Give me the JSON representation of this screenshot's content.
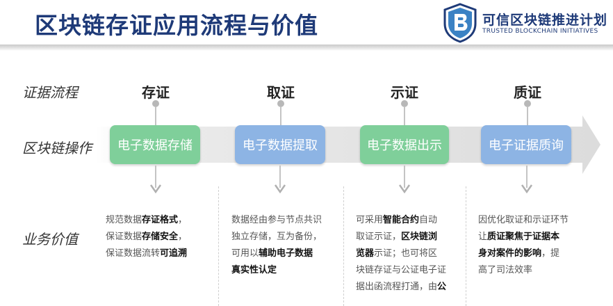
{
  "page": {
    "title": "区块链存证应用流程与价值"
  },
  "logo": {
    "icon": "b-shield-logo-icon",
    "name": "可信区块链推进计划",
    "english": "TRUSTED BLOCKCHAIN INITIATIVES"
  },
  "rows": {
    "process": "证据流程",
    "operation": "区块链操作",
    "value": "业务价值"
  },
  "stages": [
    {
      "label": "存证",
      "op": "电子数据存储",
      "color": "#7fcf9a"
    },
    {
      "label": "取证",
      "op": "电子数据提取",
      "color": "#8db4e4"
    },
    {
      "label": "示证",
      "op": "电子数据出示",
      "color": "#7fcf9a"
    },
    {
      "label": "质证",
      "op": "电子证据质询",
      "color": "#8db4e4"
    }
  ],
  "values": [
    [
      [
        {
          "t": "规范数据"
        },
        {
          "t": "存证格式",
          "b": true
        },
        {
          "t": "，"
        }
      ],
      [
        {
          "t": "保证数据"
        },
        {
          "t": "存储安全",
          "b": true
        },
        {
          "t": "，"
        }
      ],
      [
        {
          "t": "保证数据流转"
        },
        {
          "t": "可追溯",
          "b": true
        }
      ]
    ],
    [
      [
        {
          "t": "数据经由参与节点共识"
        }
      ],
      [
        {
          "t": "独立存储，互为备份，"
        }
      ],
      [
        {
          "t": "可用以"
        },
        {
          "t": "辅助电子数据",
          "b": true
        }
      ],
      [
        {
          "t": "真实性认定",
          "b": true
        }
      ]
    ],
    [
      [
        {
          "t": "可采用"
        },
        {
          "t": "智能合约",
          "b": true
        },
        {
          "t": "自动"
        }
      ],
      [
        {
          "t": "取证示证，"
        },
        {
          "t": "区块链浏",
          "b": true
        }
      ],
      [
        {
          "t": "览器",
          "b": true
        },
        {
          "t": "示证；也可将区"
        }
      ],
      [
        {
          "t": "块链存证与公证电子证"
        }
      ],
      [
        {
          "t": "据出函流程打通，由"
        },
        {
          "t": "公",
          "b": true
        }
      ]
    ],
    [
      [
        {
          "t": "因优化取证和示证环节"
        }
      ],
      [
        {
          "t": "让"
        },
        {
          "t": "质证聚焦于证据本",
          "b": true
        }
      ],
      [
        {
          "t": "身对案件的影响",
          "b": true
        },
        {
          "t": "，提"
        }
      ],
      [
        {
          "t": "高了司法效率"
        }
      ]
    ]
  ]
}
